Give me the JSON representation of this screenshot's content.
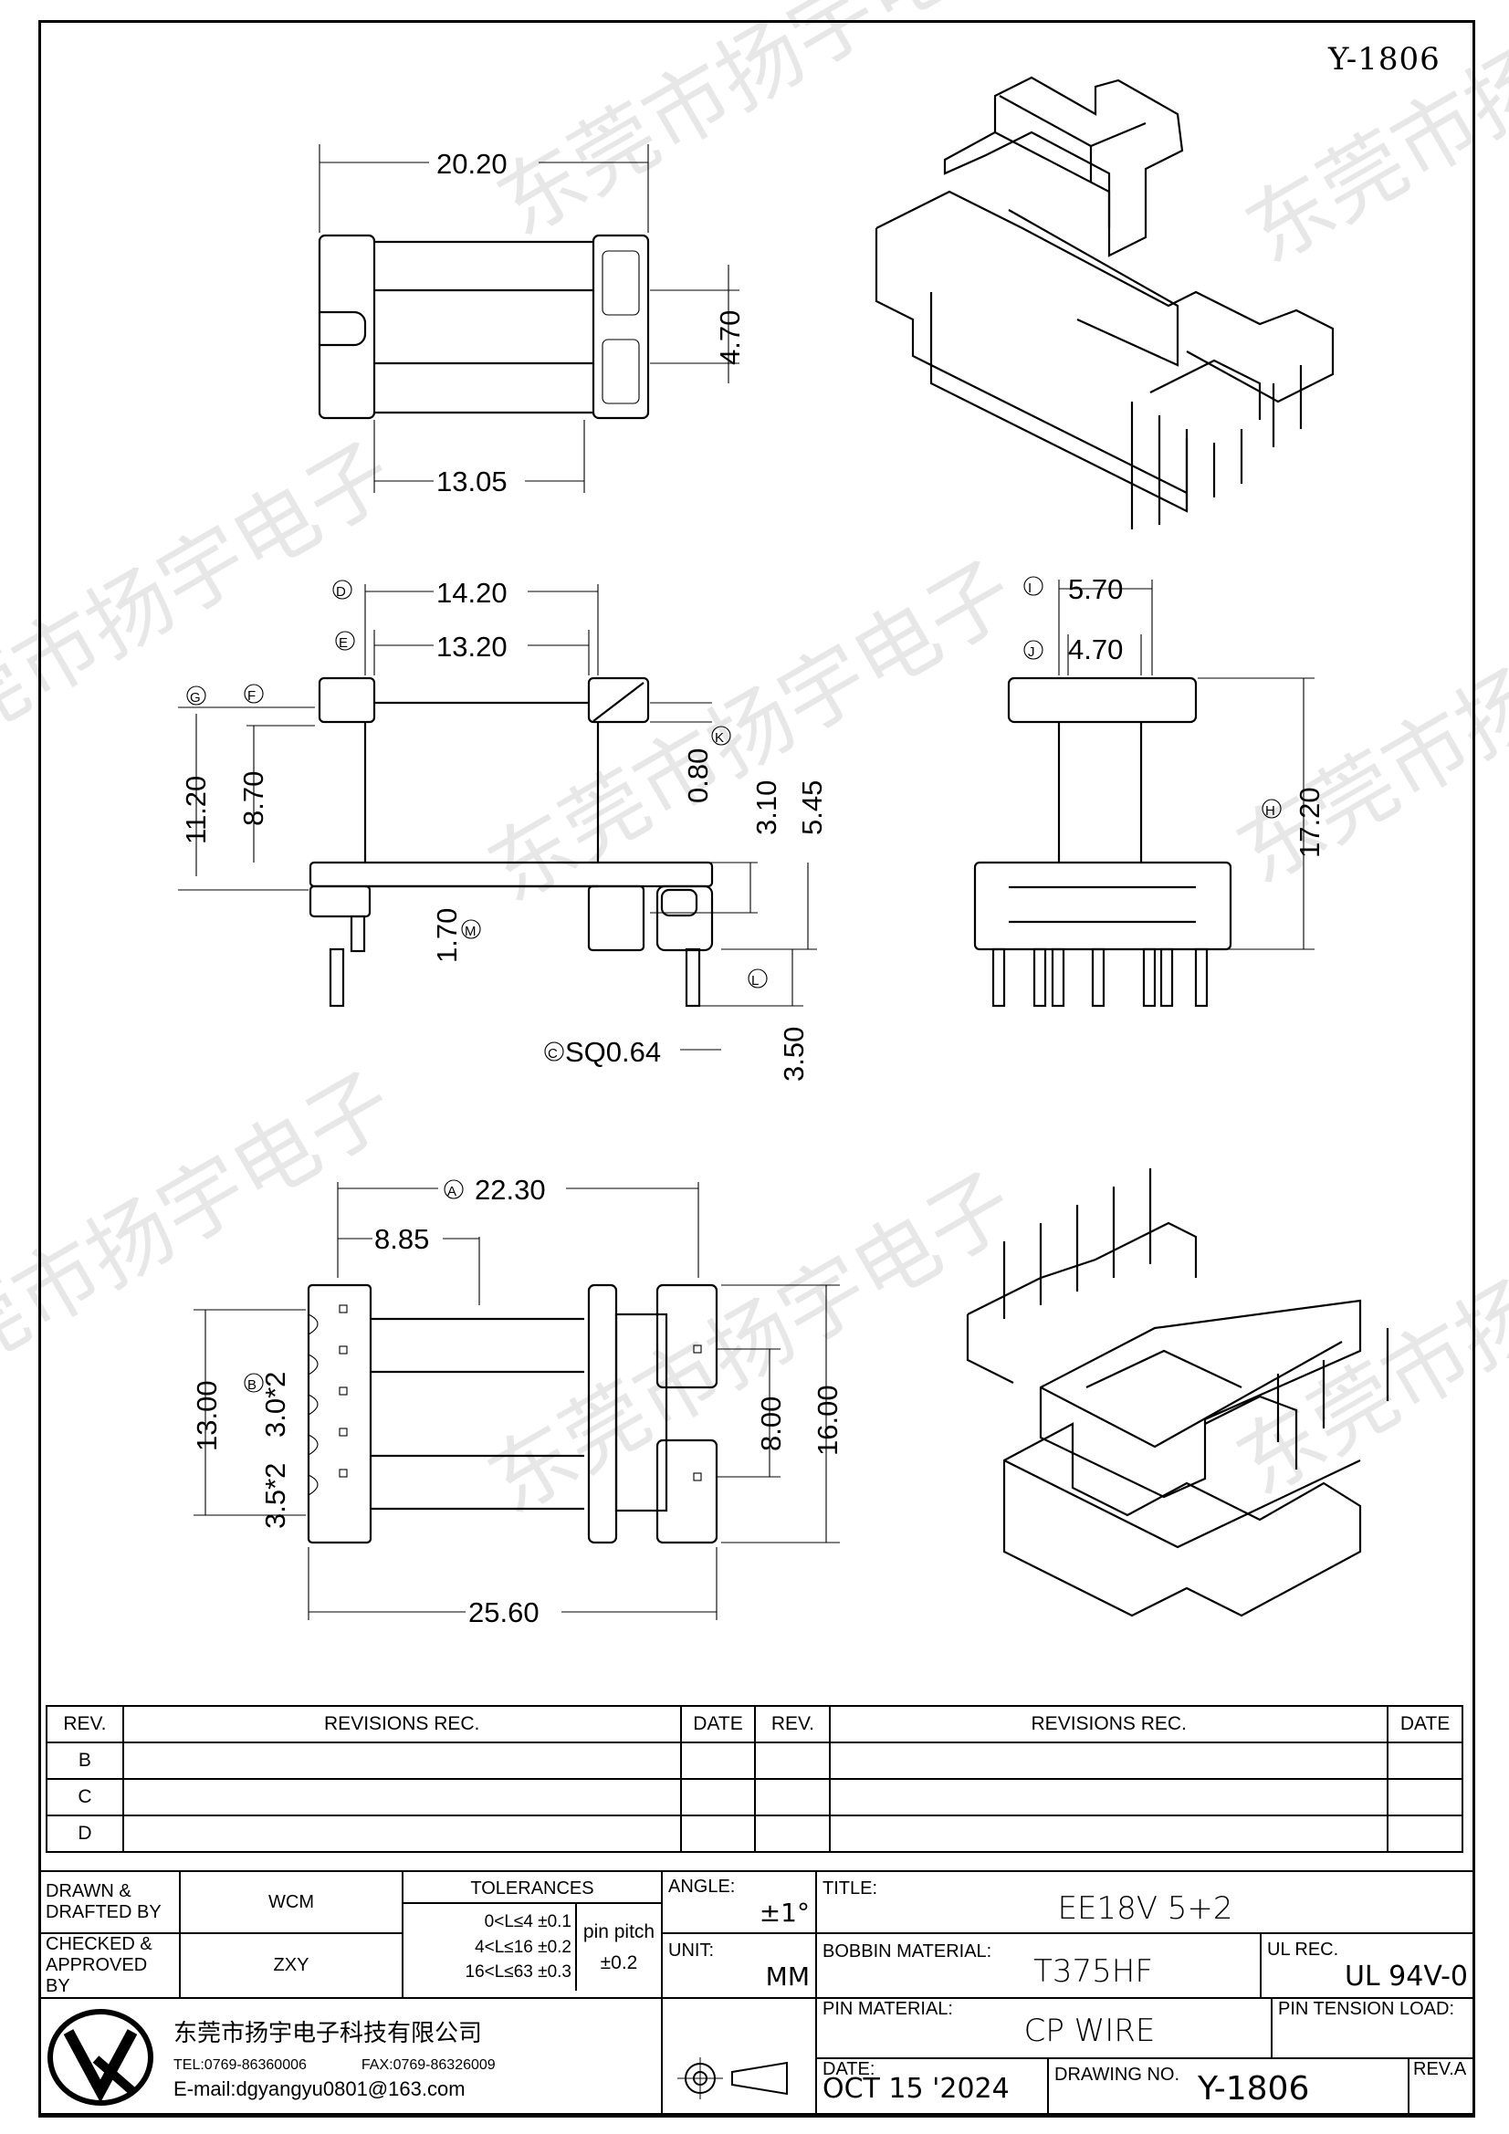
{
  "drawing_no_top": "Y-1806",
  "dims": {
    "d1": "20.20",
    "d2": "4.70",
    "d3": "13.05",
    "d4": "14.20",
    "d5": "13.20",
    "d6": "11.20",
    "d7": "8.70",
    "d8": "0.80",
    "d9": "3.10",
    "d10": "5.45",
    "d11": "1.70",
    "d12": "SQ0.64",
    "d13": "3.50",
    "d14": "5.70",
    "d15": "4.70",
    "d16": "17.20",
    "d17": "22.30",
    "d18": "8.85",
    "d19": "13.00",
    "d20": "3.0*2",
    "d21": "3.5*2",
    "d22": "8.00",
    "d23": "16.00",
    "d24": "25.60"
  },
  "markers": {
    "D": "D",
    "E": "E",
    "G": "G",
    "F": "F",
    "K": "K",
    "M": "M",
    "L": "L",
    "I": "I",
    "J": "J",
    "H": "H",
    "A": "A",
    "B": "B",
    "C": "C"
  },
  "watermark": "东莞市扬宇电子",
  "revisions": {
    "headers": [
      "REV.",
      "REVISIONS    REC.",
      "DATE",
      "REV.",
      "REVISIONS    REC.",
      "DATE"
    ],
    "rows": [
      "B",
      "C",
      "D"
    ]
  },
  "title_block": {
    "drawn_label": "DRAWN &\nDRAFTED BY",
    "drawn_value": "WCM",
    "checked_label": "CHECKED &\nAPPROVED BY",
    "checked_value": "ZXY",
    "tolerances_label": "TOLERANCES",
    "tol_1": "0<L≤4    ±0.1",
    "tol_2": "4<L≤16  ±0.2",
    "tol_3": "16<L≤63  ±0.3",
    "pin_pitch": "pin pitch",
    "pin_pitch_tol": "±0.2",
    "angle_label": "ANGLE:",
    "angle_value": "±1°",
    "unit_label": "UNIT:",
    "unit_value": "MM",
    "title_label": "TITLE:",
    "title_value": "EE18V  5+2",
    "bobbin_label": "BOBBIN MATERIAL:",
    "bobbin_value": "T375HF",
    "ul_label": "UL REC.",
    "ul_value": "UL 94V-0",
    "pin_label": "PIN MATERIAL:",
    "pin_value": "CP WIRE",
    "tension_label": "PIN TENSION LOAD:",
    "date_label": "DATE:",
    "date_value": "OCT 15 '2024",
    "drawing_label": "DRAWING NO.",
    "drawing_value": "Y-1806",
    "rev_label": "REV.A",
    "company": "东莞市扬宇电子科技有限公司",
    "tel": "TEL:0769-86360006",
    "fax": "FAX:0769-86326009",
    "email": "E-mail:dgyangyu0801@163.com"
  }
}
